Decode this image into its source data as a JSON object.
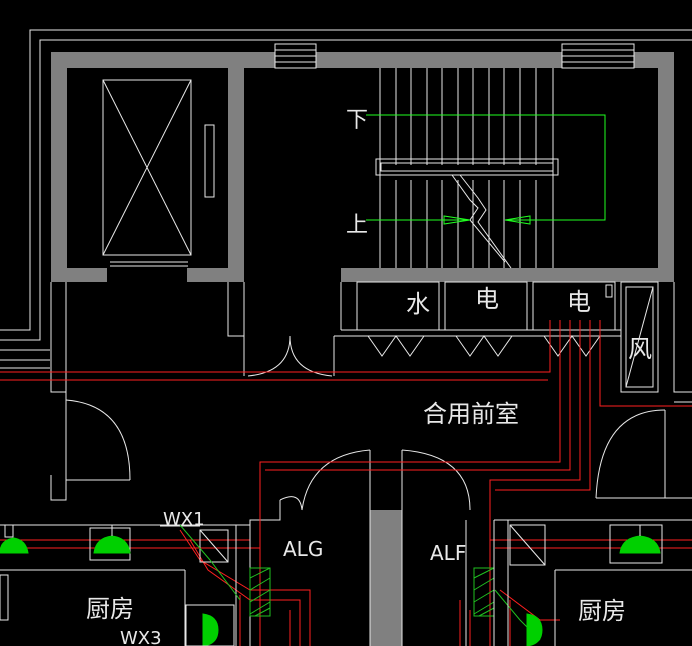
{
  "labels": {
    "stair_down": "下",
    "stair_up": "上",
    "shaft_water": "水",
    "shaft_elec_1": "电",
    "shaft_elec_2": "电",
    "shaft_wind": "风",
    "lobby": "合用前室",
    "panel_left": "ALG",
    "panel_right": "ALF",
    "kitchen_left": "厨房",
    "kitchen_right": "厨房",
    "wx1": "WX1",
    "wx3": "WX3"
  },
  "colors": {
    "background": "#000000",
    "wall": "#e8e8e8",
    "wall_fill": "#808080",
    "wiring": "#ff2020",
    "stair_arrow": "#20ff20",
    "fixture": "#00d000",
    "hatch": "#20c020"
  }
}
